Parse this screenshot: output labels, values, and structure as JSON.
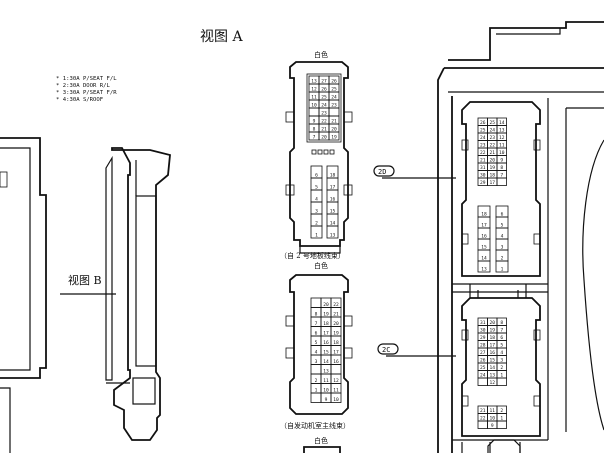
{
  "view_a_title": "视图 A",
  "view_b_label": "视图 B",
  "notes": [
    "* 1:30A P/SEAT F/L",
    "* 2:30A DOOR R/L",
    "* 3:30A P/SEAT F/R",
    "* 4:30A S/ROOF"
  ],
  "connectors": {
    "top": {
      "color_label": "白色",
      "caption": "（自 2 号地板线束）",
      "upper_rows": [
        [
          "13",
          "27",
          "26"
        ],
        [
          "12",
          "26",
          "25"
        ],
        [
          "11",
          "25",
          "24"
        ],
        [
          "10",
          "24",
          "23"
        ],
        [
          "",
          "23",
          ""
        ],
        [
          "9",
          "22",
          "21"
        ],
        [
          "8",
          "21",
          "20"
        ],
        [
          "7",
          "20",
          "19"
        ]
      ],
      "lower_left": [
        "6",
        "5",
        "4",
        "3",
        "2",
        "1"
      ],
      "lower_right": [
        "18",
        "17",
        "16",
        "15",
        "14",
        "13"
      ]
    },
    "middle": {
      "color_label": "白色",
      "caption": "（自发动机室主线束）",
      "rows": [
        [
          "",
          "20",
          "22"
        ],
        [
          "8",
          "19",
          "21"
        ],
        [
          "7",
          "18",
          "20"
        ],
        [
          "6",
          "17",
          "19"
        ],
        [
          "5",
          "16",
          "18"
        ],
        [
          "4",
          "15",
          "17"
        ],
        [
          "3",
          "14",
          "16"
        ],
        [
          "",
          "13",
          ""
        ],
        [
          "2",
          "11",
          "12"
        ],
        [
          "1",
          "10",
          "11"
        ],
        [
          "",
          "9",
          "10"
        ]
      ]
    },
    "bottom": {
      "color_label": "白色"
    },
    "right_upper": {
      "callout": "2D",
      "upper_rows": [
        [
          "26",
          "25",
          "14"
        ],
        [
          "25",
          "24",
          "13"
        ],
        [
          "24",
          "23",
          "12"
        ],
        [
          "23",
          "22",
          "11"
        ],
        [
          "22",
          "21",
          "10"
        ],
        [
          "21",
          "20",
          "9"
        ],
        [
          "31",
          "19",
          "8"
        ],
        [
          "30",
          "18",
          "7"
        ],
        [
          "29",
          "17",
          ""
        ]
      ],
      "lower_left": [
        "18",
        "17",
        "16",
        "15",
        "14",
        "13"
      ],
      "lower_right": [
        "6",
        "5",
        "4",
        "3",
        "2",
        "1"
      ]
    },
    "right_lower": {
      "callout": "2C",
      "rows": [
        [
          "31",
          "20",
          "8"
        ],
        [
          "30",
          "19",
          "7"
        ],
        [
          "29",
          "18",
          "6"
        ],
        [
          "28",
          "17",
          "5"
        ],
        [
          "27",
          "16",
          "4"
        ],
        [
          "26",
          "15",
          "3"
        ],
        [
          "25",
          "14",
          "2"
        ],
        [
          "24",
          "13",
          "1"
        ],
        [
          "",
          "12",
          ""
        ]
      ],
      "bottom_rows": [
        [
          "21",
          "11",
          "2"
        ],
        [
          "22",
          "10",
          "1"
        ],
        [
          "",
          "9",
          ""
        ]
      ]
    }
  }
}
